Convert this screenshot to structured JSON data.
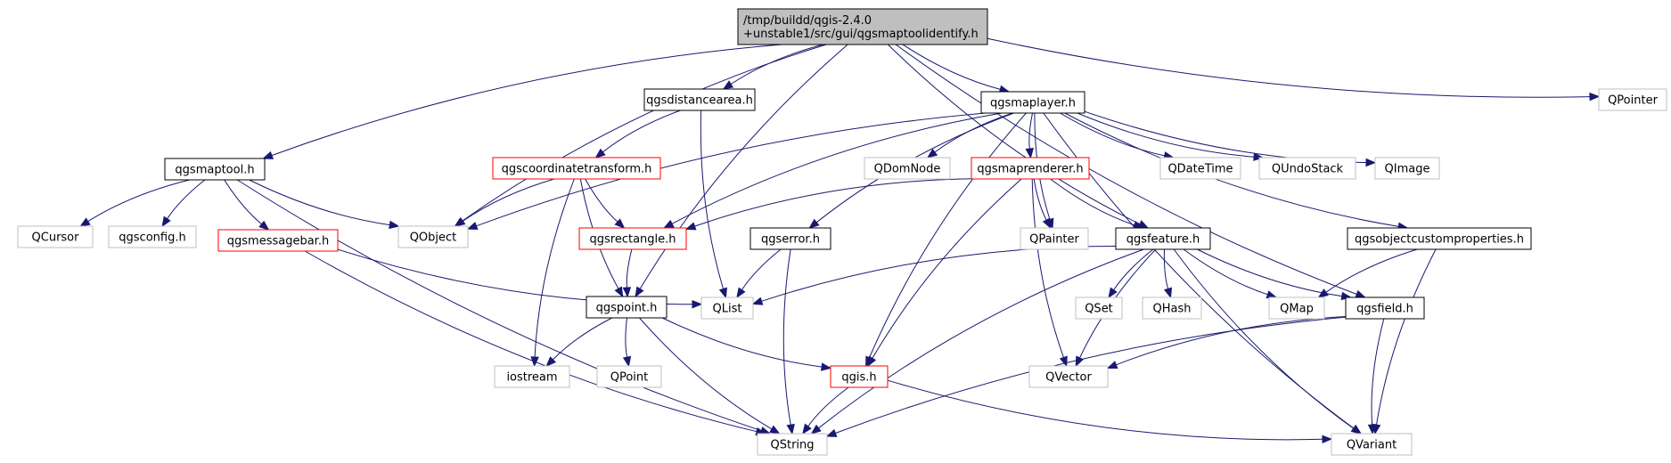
{
  "nodes": [
    {
      "id": "root",
      "lines": [
        "/tmp/buildd/qgis-2.4.0",
        "+unstable1/src/gui/qgsmaptoolidentify.h"
      ],
      "style": "root"
    },
    {
      "id": "qgsmaptool",
      "lines": [
        "qgsmaptool.h"
      ],
      "style": "black"
    },
    {
      "id": "qobject",
      "lines": [
        "QObject"
      ],
      "style": "gray"
    },
    {
      "id": "qgspoint",
      "lines": [
        "qgspoint.h"
      ],
      "style": "black"
    },
    {
      "id": "qgsdistancearea",
      "lines": [
        "qgsdistancearea.h"
      ],
      "style": "black"
    },
    {
      "id": "qgsmaplayer",
      "lines": [
        "qgsmaplayer.h"
      ],
      "style": "black"
    },
    {
      "id": "qgsfeature",
      "lines": [
        "qgsfeature.h"
      ],
      "style": "black"
    },
    {
      "id": "qgsfield",
      "lines": [
        "qgsfield.h"
      ],
      "style": "black"
    },
    {
      "id": "qpointer",
      "lines": [
        "QPointer"
      ],
      "style": "gray"
    },
    {
      "id": "qcursor",
      "lines": [
        "QCursor"
      ],
      "style": "gray"
    },
    {
      "id": "qgsconfig",
      "lines": [
        "qgsconfig.h"
      ],
      "style": "gray"
    },
    {
      "id": "qgsmessagebar",
      "lines": [
        "qgsmessagebar.h"
      ],
      "style": "red"
    },
    {
      "id": "qstring",
      "lines": [
        "QString"
      ],
      "style": "gray"
    },
    {
      "id": "qlist",
      "lines": [
        "QList"
      ],
      "style": "gray"
    },
    {
      "id": "iostream",
      "lines": [
        "iostream"
      ],
      "style": "gray"
    },
    {
      "id": "qpoint",
      "lines": [
        "QPoint"
      ],
      "style": "gray"
    },
    {
      "id": "qgis",
      "lines": [
        "qgis.h"
      ],
      "style": "red"
    },
    {
      "id": "qvariant",
      "lines": [
        "QVariant"
      ],
      "style": "gray"
    },
    {
      "id": "qgscoordinatetransform",
      "lines": [
        "qgscoordinatetransform.h"
      ],
      "style": "red"
    },
    {
      "id": "qgsrectangle",
      "lines": [
        "qgsrectangle.h"
      ],
      "style": "red"
    },
    {
      "id": "qgserror",
      "lines": [
        "qgserror.h"
      ],
      "style": "black"
    },
    {
      "id": "qdomnode",
      "lines": [
        "QDomNode"
      ],
      "style": "gray"
    },
    {
      "id": "qgsmaprenderer",
      "lines": [
        "qgsmaprenderer.h"
      ],
      "style": "red"
    },
    {
      "id": "qdatetime",
      "lines": [
        "QDateTime"
      ],
      "style": "gray"
    },
    {
      "id": "qundostack",
      "lines": [
        "QUndoStack"
      ],
      "style": "gray"
    },
    {
      "id": "qimage",
      "lines": [
        "QImage"
      ],
      "style": "gray"
    },
    {
      "id": "qgsobjectcustomproperties",
      "lines": [
        "qgsobjectcustomproperties.h"
      ],
      "style": "black"
    },
    {
      "id": "qpainter",
      "lines": [
        "QPainter"
      ],
      "style": "gray"
    },
    {
      "id": "qvector",
      "lines": [
        "QVector"
      ],
      "style": "gray"
    },
    {
      "id": "qset",
      "lines": [
        "QSet"
      ],
      "style": "gray"
    },
    {
      "id": "qhash",
      "lines": [
        "QHash"
      ],
      "style": "gray"
    },
    {
      "id": "qmap",
      "lines": [
        "QMap"
      ],
      "style": "gray"
    }
  ],
  "edges": [
    [
      "root",
      "qgsmaptool"
    ],
    [
      "root",
      "qobject"
    ],
    [
      "root",
      "qgspoint"
    ],
    [
      "root",
      "qgsdistancearea"
    ],
    [
      "root",
      "qgsmaplayer"
    ],
    [
      "root",
      "qgsfeature"
    ],
    [
      "root",
      "qgsfield"
    ],
    [
      "root",
      "qpointer"
    ],
    [
      "qgsmaptool",
      "qcursor"
    ],
    [
      "qgsmaptool",
      "qgsconfig"
    ],
    [
      "qgsmaptool",
      "qgsmessagebar"
    ],
    [
      "qgsmaptool",
      "qobject"
    ],
    [
      "qgsmaptool",
      "qstring"
    ],
    [
      "qgsmessagebar",
      "qlist"
    ],
    [
      "qgsmessagebar",
      "qstring"
    ],
    [
      "qgsdistancearea",
      "qgscoordinatetransform"
    ],
    [
      "qgsdistancearea",
      "qlist"
    ],
    [
      "qgscoordinatetransform",
      "qobject"
    ],
    [
      "qgscoordinatetransform",
      "qgsrectangle"
    ],
    [
      "qgscoordinatetransform",
      "qgspoint"
    ],
    [
      "qgscoordinatetransform",
      "iostream"
    ],
    [
      "qgsrectangle",
      "qgspoint"
    ],
    [
      "qgspoint",
      "iostream"
    ],
    [
      "qgspoint",
      "qpoint"
    ],
    [
      "qgspoint",
      "qstring"
    ],
    [
      "qgspoint",
      "qgis"
    ],
    [
      "qgsmaplayer",
      "qobject"
    ],
    [
      "qgsmaplayer",
      "qgsrectangle"
    ],
    [
      "qgsmaplayer",
      "qgserror"
    ],
    [
      "qgsmaplayer",
      "qgis"
    ],
    [
      "qgsmaplayer",
      "qdomnode"
    ],
    [
      "qgsmaplayer",
      "qgsmaprenderer"
    ],
    [
      "qgsmaplayer",
      "qpainter"
    ],
    [
      "qgsmaplayer",
      "qdatetime"
    ],
    [
      "qgsmaplayer",
      "qundostack"
    ],
    [
      "qgsmaplayer",
      "qimage"
    ],
    [
      "qgsmaplayer",
      "qgsobjectcustomproperties"
    ],
    [
      "qgsmaplayer",
      "qvariant"
    ],
    [
      "qgserror",
      "qlist"
    ],
    [
      "qgserror",
      "qstring"
    ],
    [
      "qgsmaprenderer",
      "qgsrectangle"
    ],
    [
      "qgsmaprenderer",
      "qgis"
    ],
    [
      "qgsmaprenderer",
      "qpainter"
    ],
    [
      "qgsmaprenderer",
      "qgsfeature"
    ],
    [
      "qgsmaprenderer",
      "qvector"
    ],
    [
      "qgsfeature",
      "qlist"
    ],
    [
      "qgsfeature",
      "qstring"
    ],
    [
      "qgsfeature",
      "qvector"
    ],
    [
      "qgsfeature",
      "qset"
    ],
    [
      "qgsfeature",
      "qhash"
    ],
    [
      "qgsfeature",
      "qmap"
    ],
    [
      "qgsfeature",
      "qgsfield"
    ],
    [
      "qgsfeature",
      "qvariant"
    ],
    [
      "qgsobjectcustomproperties",
      "qmap"
    ],
    [
      "qgsobjectcustomproperties",
      "qvariant"
    ],
    [
      "qgsfield",
      "qvector"
    ],
    [
      "qgsfield",
      "qstring"
    ],
    [
      "qgsfield",
      "qvariant"
    ],
    [
      "qgis",
      "qstring"
    ],
    [
      "qgis",
      "qvariant"
    ]
  ],
  "colors": {
    "edge": "#191970",
    "black_border": "#000000",
    "gray_border": "#bfbfbf",
    "red_border": "#ff0000",
    "root_fill": "#bfbfbf",
    "gray_text": "#000000"
  }
}
